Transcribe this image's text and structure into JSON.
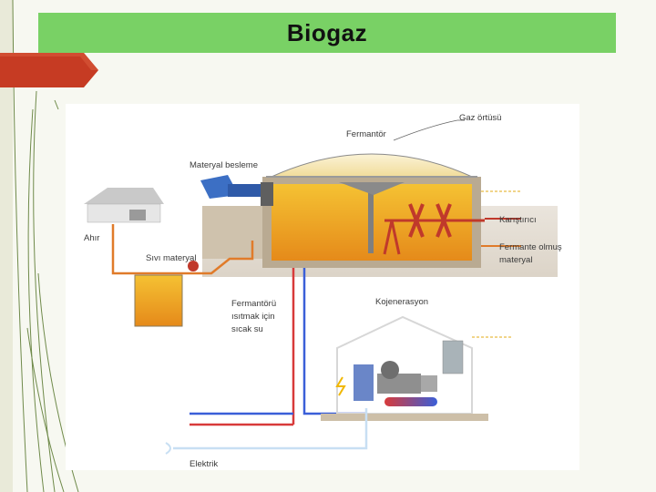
{
  "slide": {
    "title": "Biogaz"
  },
  "diagram": {
    "labels": {
      "gas_cover": "Gaz örtüsü",
      "fermenter": "Fermantör",
      "material_feed": "Materyal besleme",
      "stable": "Ahır",
      "liquid_material": "Sıvı materyal",
      "mixer": "Karıştırıcı",
      "fermented_material_1": "Fermante olmuş",
      "fermented_material_2": "materyal",
      "heating_1": "Fermantörü",
      "heating_2": "ısıtmak için",
      "heating_3": "sıcak su",
      "cogeneration": "Kojenerasyon",
      "electricity": "Elektrik"
    }
  }
}
